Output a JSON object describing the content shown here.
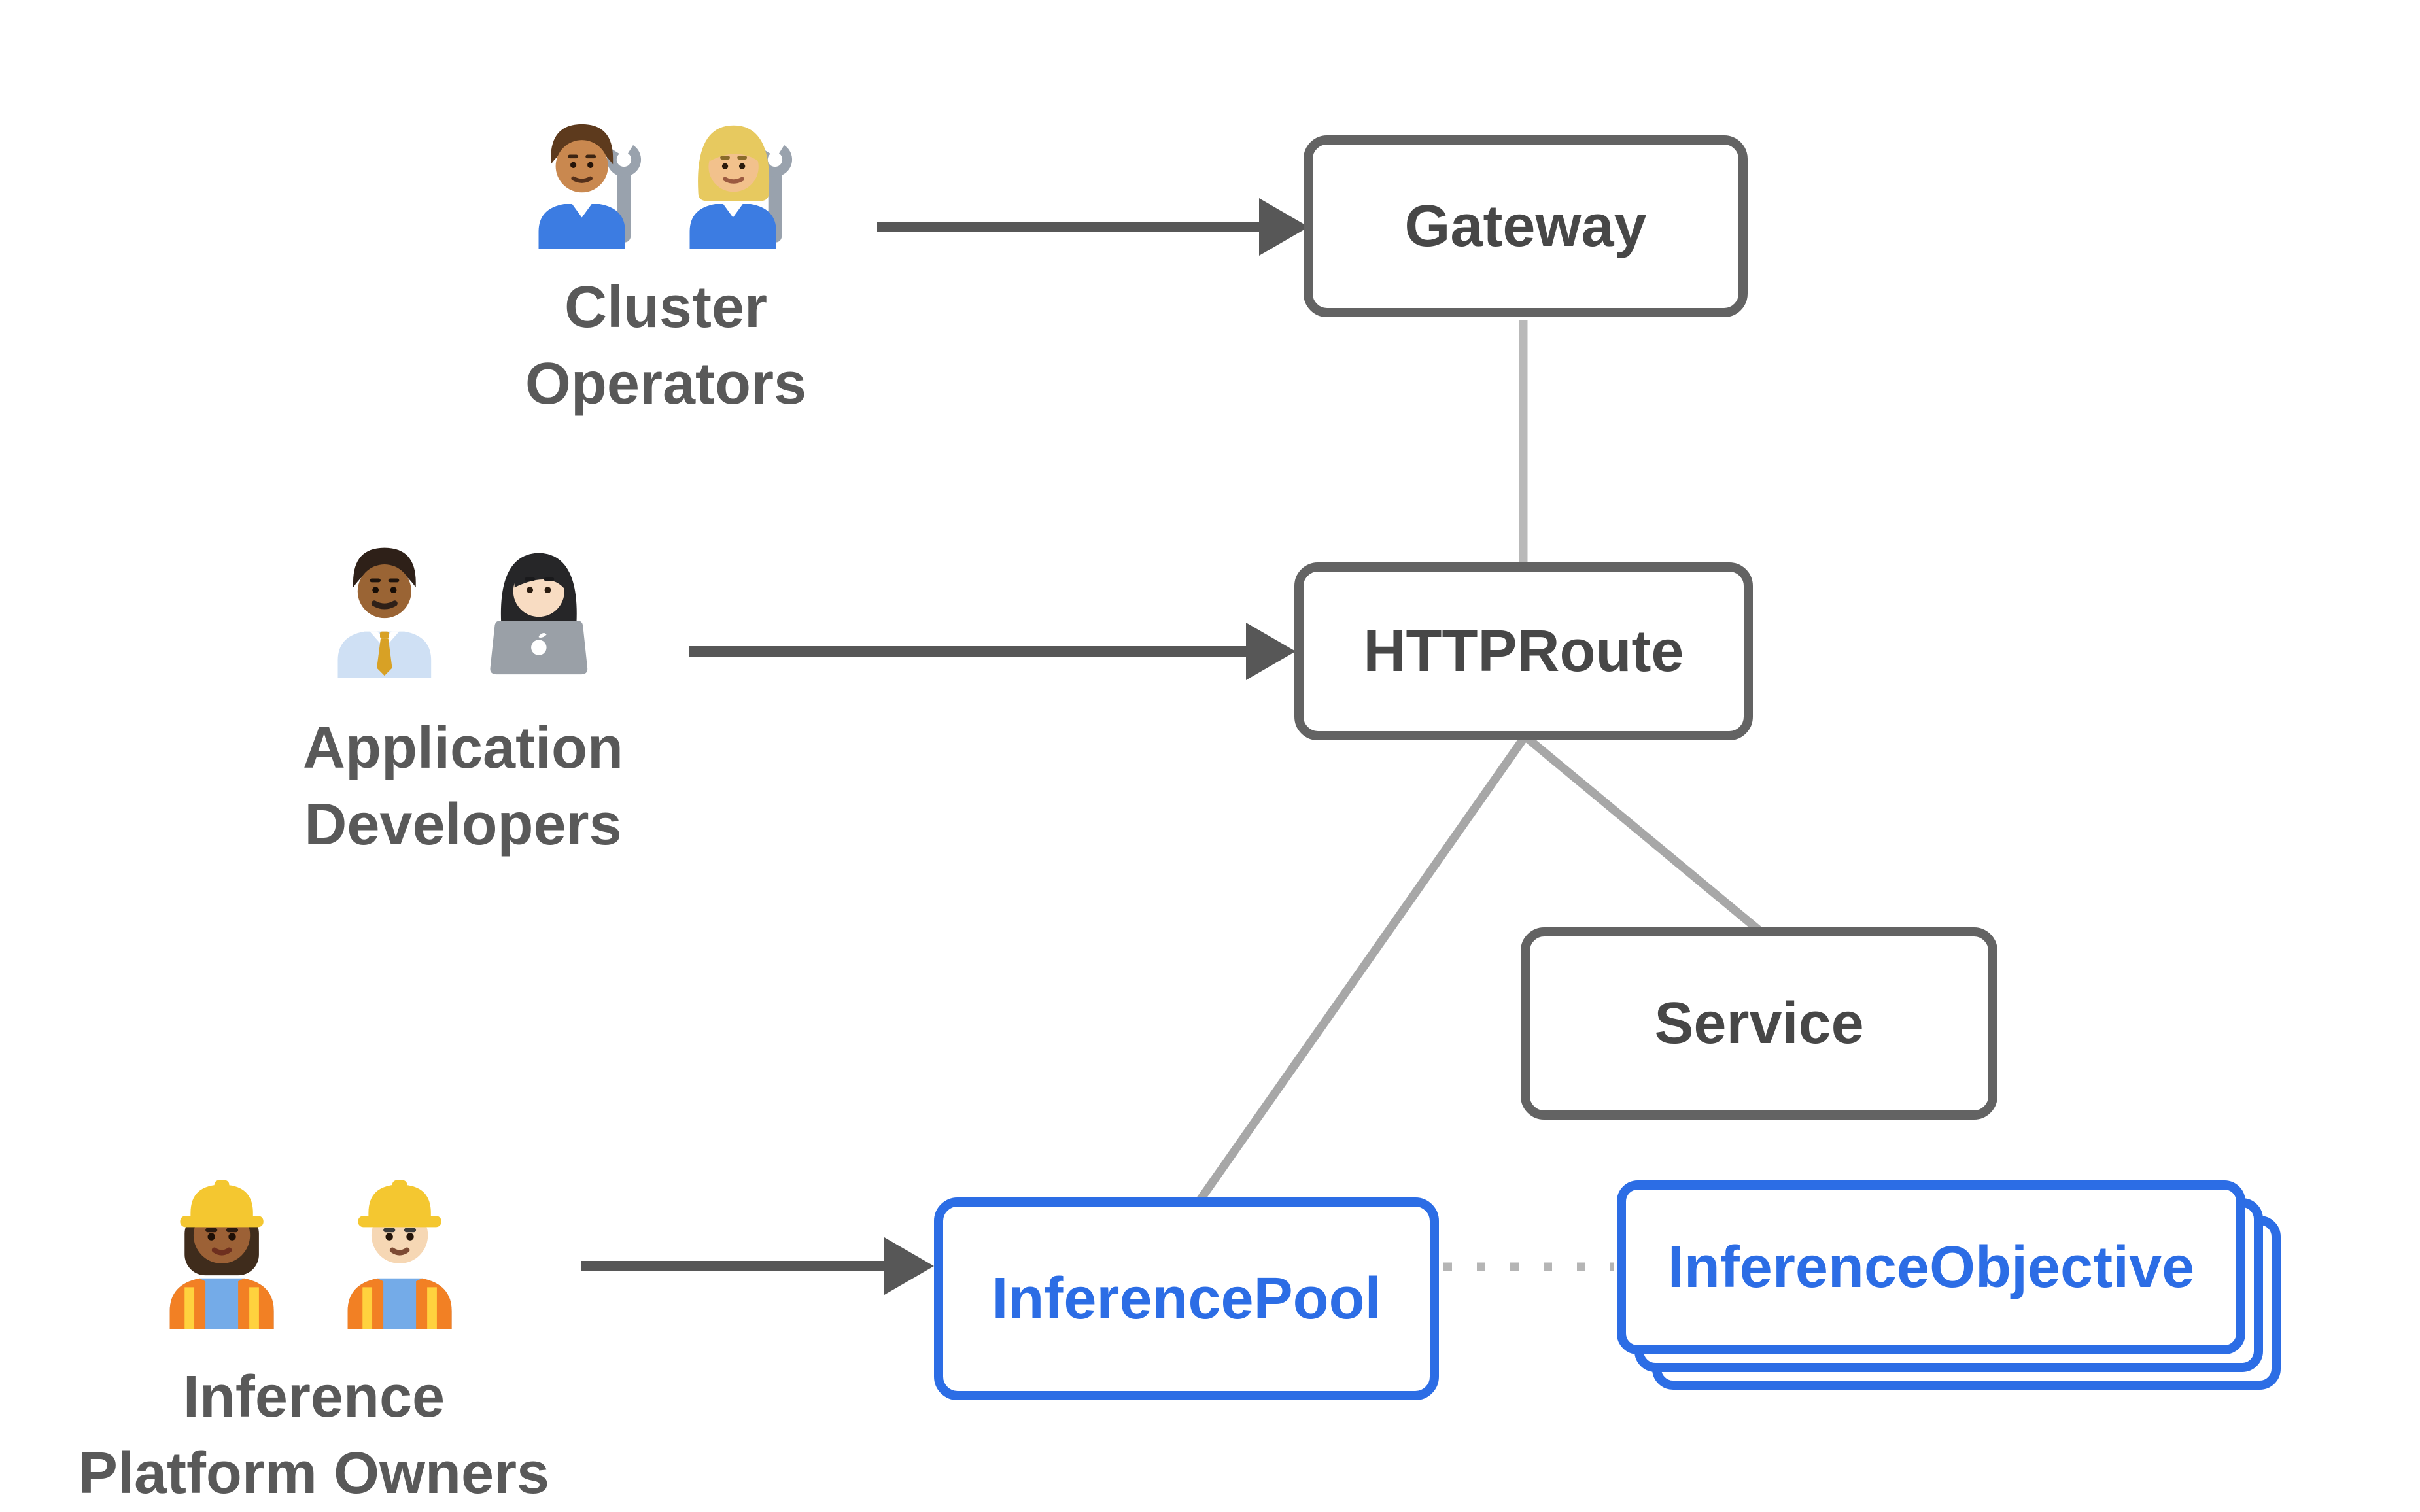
{
  "diagram": {
    "background": "#ffffff",
    "colors": {
      "node_border_gray": "#636363",
      "node_text_gray": "#474747",
      "accent_blue": "#2c6de5",
      "actor_text": "#595959",
      "arrow_dark": "#575757",
      "connector_light": "#b9b9b9",
      "connector_diagonal": "#a7a7a7",
      "dotted_connector": "#b5b5b5"
    },
    "nodes": [
      {
        "id": "gateway",
        "label": "Gateway",
        "variant": "gray"
      },
      {
        "id": "httproute",
        "label": "HTTPRoute",
        "variant": "gray"
      },
      {
        "id": "service",
        "label": "Service",
        "variant": "gray"
      },
      {
        "id": "inferencepool",
        "label": "InferencePool",
        "variant": "blue"
      },
      {
        "id": "inferenceobjective",
        "label": "InferenceObjective",
        "variant": "blue-stacked",
        "stack_count": 3
      }
    ],
    "actors": [
      {
        "id": "cluster-operators",
        "lines": [
          "Cluster",
          "Operators"
        ],
        "emojis": [
          {
            "name": "man-mechanic",
            "char": "👨🏽‍🔧"
          },
          {
            "name": "woman-mechanic",
            "char": "👩🏼‍🔧"
          }
        ]
      },
      {
        "id": "application-developers",
        "lines": [
          "Application",
          "Developers"
        ],
        "emojis": [
          {
            "name": "man-office-worker",
            "char": "👨🏾‍💼"
          },
          {
            "name": "woman-technologist",
            "char": "👩🏻‍💻"
          }
        ]
      },
      {
        "id": "inference-platform-owners",
        "lines": [
          "Inference",
          "Platform Owners"
        ],
        "emojis": [
          {
            "name": "woman-construction-worker",
            "char": "👷🏾‍♀️"
          },
          {
            "name": "man-construction-worker",
            "char": "👷🏻"
          }
        ]
      }
    ],
    "edges": [
      {
        "from": "cluster-operators",
        "to": "gateway",
        "type": "arrow"
      },
      {
        "from": "application-developers",
        "to": "httproute",
        "type": "arrow"
      },
      {
        "from": "inference-platform-owners",
        "to": "inferencepool",
        "type": "arrow"
      },
      {
        "from": "gateway",
        "to": "httproute",
        "type": "line"
      },
      {
        "from": "httproute",
        "to": "inferencepool",
        "type": "line"
      },
      {
        "from": "httproute",
        "to": "service",
        "type": "line"
      },
      {
        "from": "inferencepool",
        "to": "inferenceobjective",
        "type": "dotted-line"
      }
    ]
  }
}
